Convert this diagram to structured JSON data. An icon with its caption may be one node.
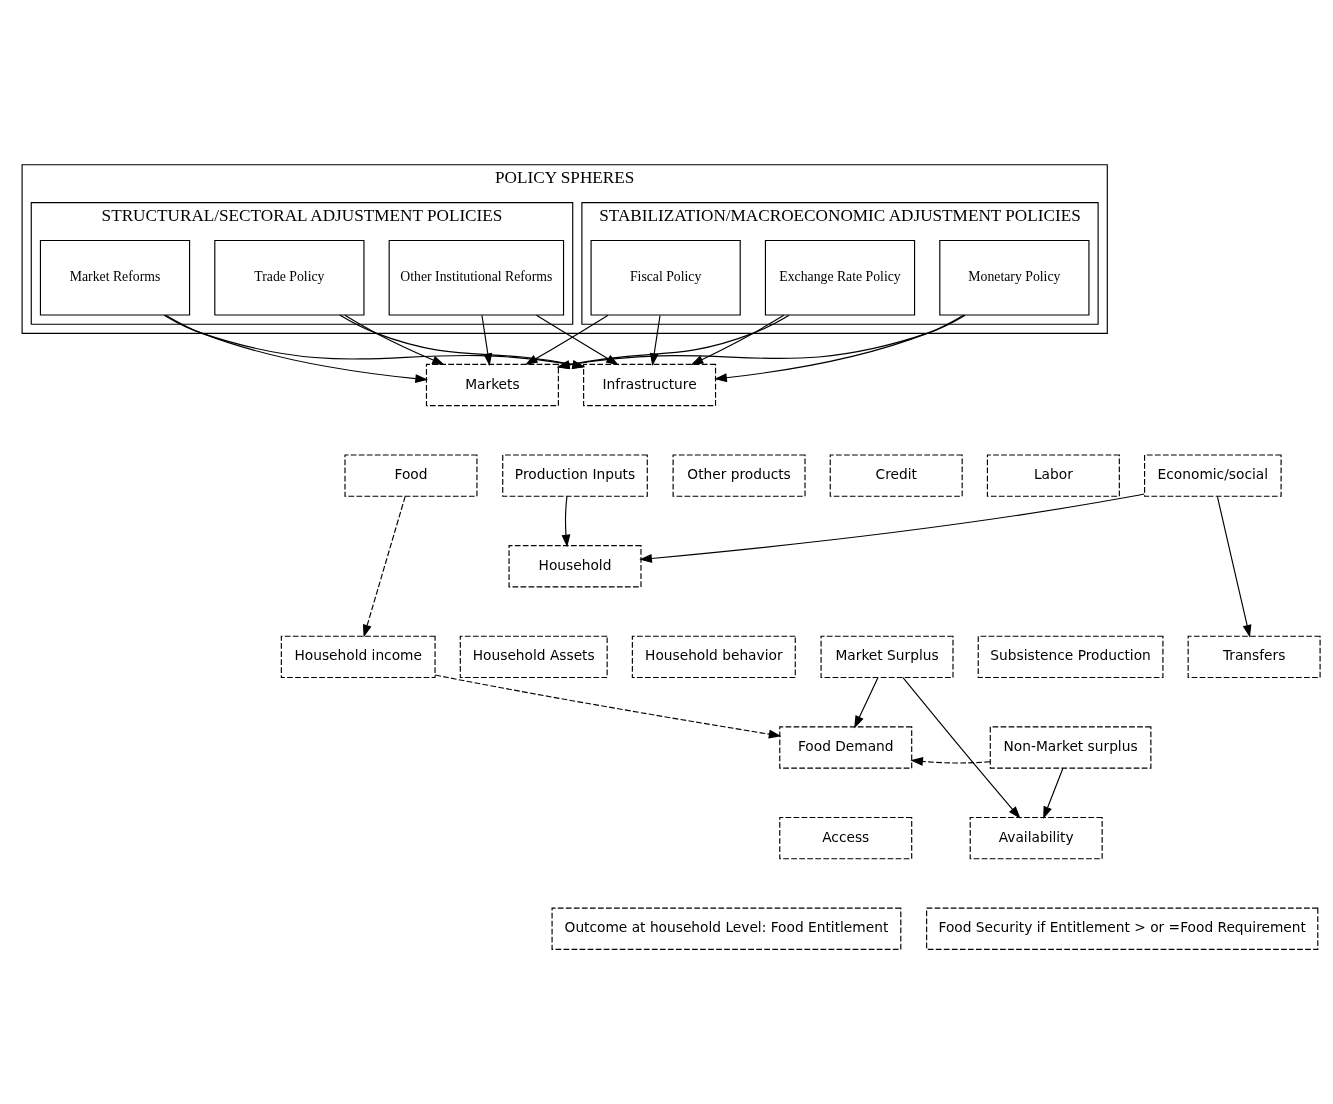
{
  "diagram": {
    "nodes": [
      {
        "text": [
          "POLICY SPHERES"
        ]
      },
      {
        "text": [
          "STABILIZATION/MACROECONOMIC ADJUSTMENT POLICIES"
        ],
        "in": 0
      },
      {
        "text": [
          "STRUCTURAL/SECTORAL ADJUSTMENT POLICIES"
        ],
        "in": 0
      },
      {
        "text": [
          "Exchange Rate Policy"
        ],
        "in": 1
      },
      {
        "text": [
          "Fiscal Policy"
        ],
        "in": 1
      },
      {
        "text": [
          "Monetary Policy"
        ],
        "in": 1
      },
      {
        "text": [
          "Trade Policy"
        ],
        "in": 2
      },
      {
        "text": [
          "Market Reforms"
        ],
        "in": 2
      },
      {
        "text": [
          "Other Institutional Reforms"
        ],
        "in": 2
      },
      {
        "text": [
          "Markets"
        ]
      },
      {
        "text": [
          "Food"
        ]
      },
      {
        "text": [
          "Production Inputs"
        ]
      },
      {
        "text": [
          "Other products"
        ]
      },
      {
        "text": [
          "Credit"
        ]
      },
      {
        "text": [
          "Labor"
        ]
      },
      {
        "text": [
          "Infrastructure"
        ]
      },
      {
        "text": [
          "Economic/social"
        ]
      },
      {
        "text": [
          "Household"
        ]
      },
      {
        "text": [
          "Household income"
        ]
      },
      {
        "text": [
          "Household Assets"
        ]
      },
      {
        "text": [
          "Household behavior"
        ]
      },
      {
        "text": [
          "Market Surplus"
        ]
      },
      {
        "text": [
          "Subsistence Production"
        ]
      },
      {
        "text": [
          "Transfers"
        ]
      },
      {
        "text": [
          "Non-Market surplus"
        ]
      },
      {
        "text": [
          "Food Demand"
        ]
      },
      {
        "text": [
          "Access"
        ]
      },
      {
        "text": [
          "Availability"
        ]
      },
      {
        "text": [
          "Outcome at household Level: Food Entitlement"
        ]
      },
      {
        "text": [
          "Food Security if Entitlement > or =Food Requirement"
        ]
      }
    ],
    "edges": [
      {
        "from": 3,
        "to": 9,
        "arrow": "to"
      },
      {
        "from": 4,
        "to": 9,
        "arrow": "to"
      },
      {
        "from": 5,
        "to": 9,
        "arrow": "to"
      },
      {
        "from": 6,
        "to": 9,
        "arrow": "to"
      },
      {
        "from": 7,
        "to": 9,
        "arrow": "to"
      },
      {
        "from": 8,
        "to": 9,
        "arrow": "to"
      },
      {
        "from": 3,
        "to": 15,
        "arrow": "to"
      },
      {
        "from": 4,
        "to": 15,
        "arrow": "to"
      },
      {
        "from": 5,
        "to": 15,
        "arrow": "to"
      },
      {
        "from": 6,
        "to": 15,
        "arrow": "to"
      },
      {
        "from": 7,
        "to": 15,
        "arrow": "to"
      },
      {
        "from": 8,
        "to": 15,
        "arrow": "to"
      },
      {
        "from": 10,
        "to": 18,
        "arrow": "to",
        "style": "dashed"
      },
      {
        "from": 11,
        "to": 17,
        "arrow": "to"
      },
      {
        "from": 16,
        "to": 17,
        "arrow": "to"
      },
      {
        "from": 16,
        "to": 23,
        "arrow": "to"
      },
      {
        "from": 18,
        "to": 25,
        "arrow": "to",
        "style": "dashed"
      },
      {
        "from": 21,
        "to": 25,
        "arrow": "to"
      },
      {
        "from": 24,
        "to": 25,
        "arrow": "to",
        "style": "dashed"
      },
      {
        "from": 21,
        "to": 27,
        "arrow": "to"
      },
      {
        "from": 24,
        "to": 27,
        "arrow": "to"
      }
    ]
  }
}
